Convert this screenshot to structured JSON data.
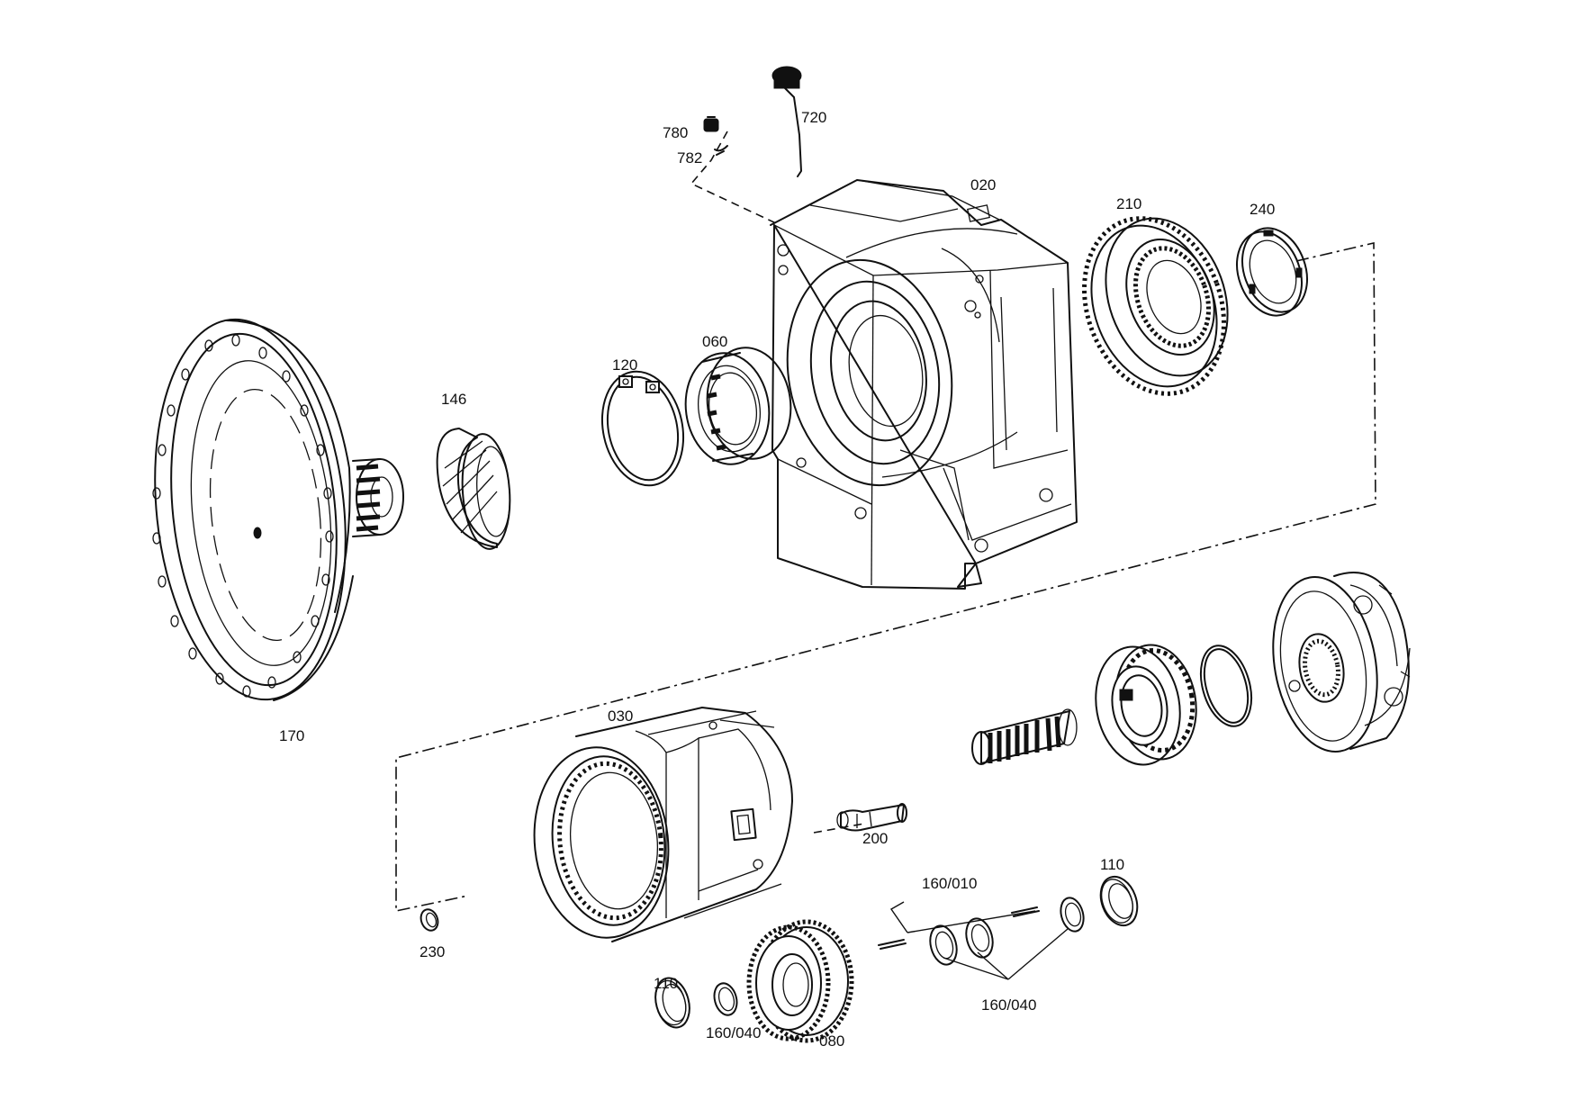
{
  "labels": {
    "p020": "020",
    "p030": "030",
    "p060": "060",
    "p080": "080",
    "p110_a": "110",
    "p110_b": "110",
    "p120": "120",
    "p146": "146",
    "p160_010": "160/010",
    "p160_040_a": "160/040",
    "p160_040_b": "160/040",
    "p170": "170",
    "p200": "200",
    "p210": "210",
    "p230": "230",
    "p240": "240",
    "p720": "720",
    "p780": "780",
    "p782": "782"
  }
}
